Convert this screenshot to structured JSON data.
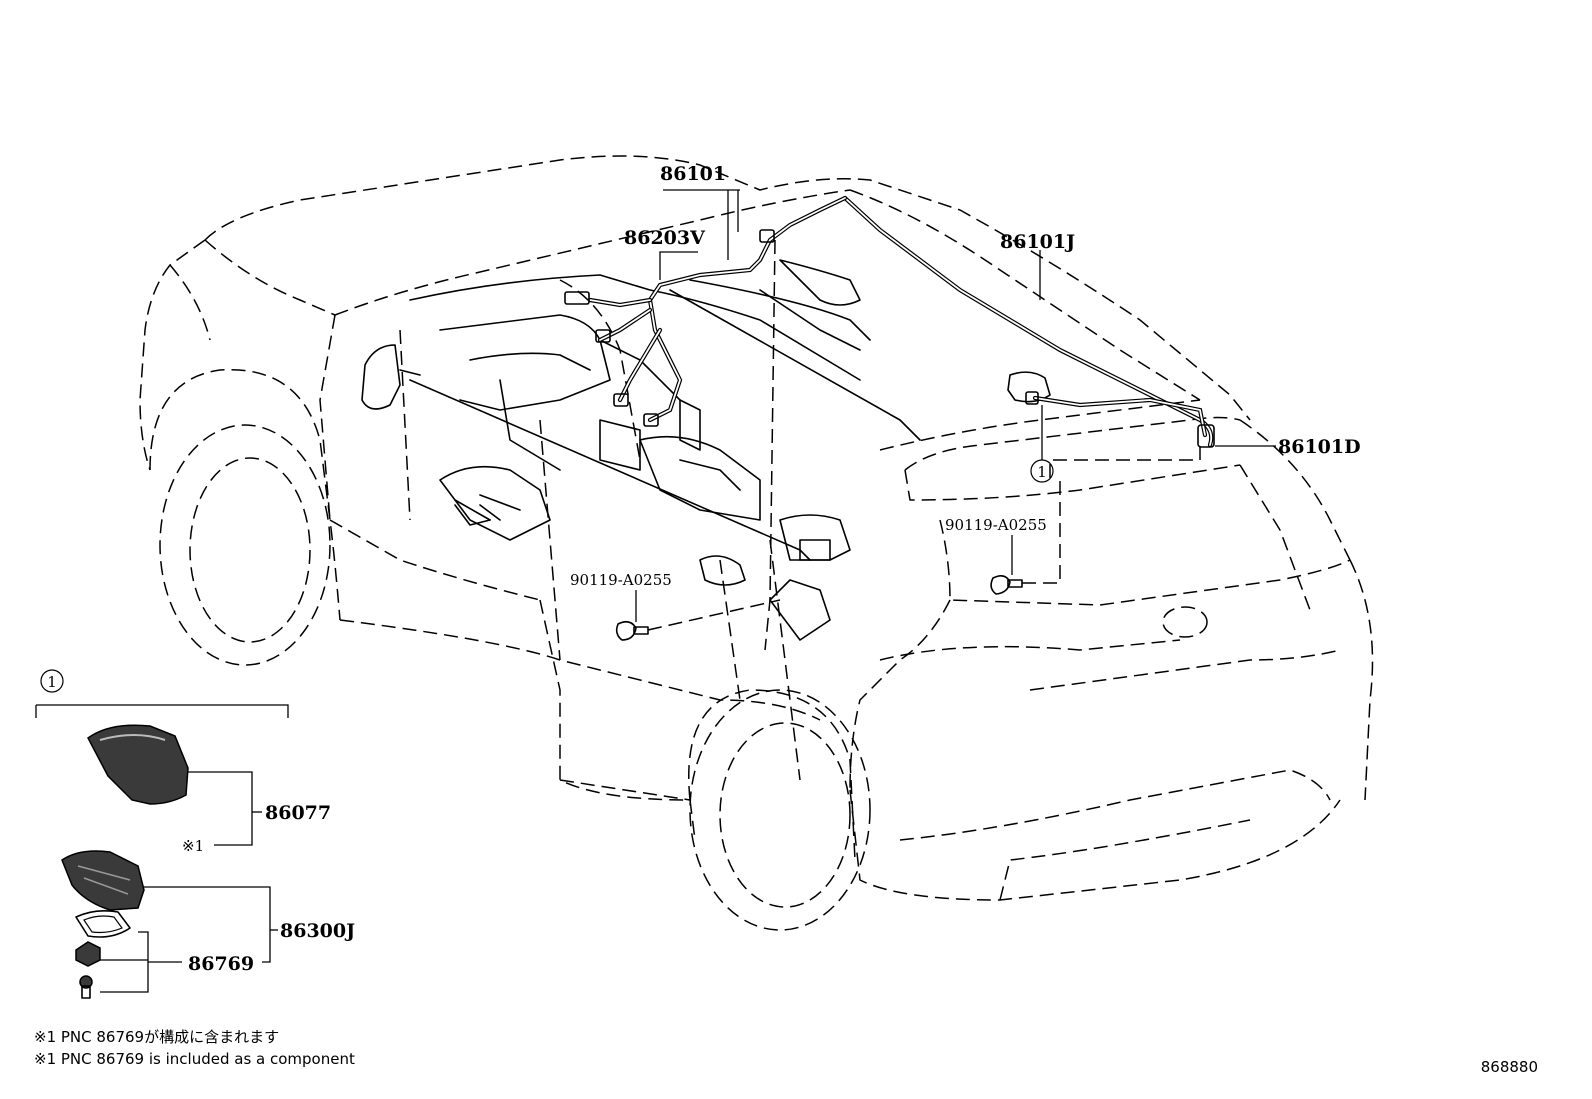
{
  "diagram": {
    "parts": {
      "p86101": "86101",
      "p86203V": "86203V",
      "p86101J": "86101J",
      "p86101D": "86101D",
      "p90119_right": "90119-A0255",
      "p90119_left": "90119-A0255",
      "p86077": "86077",
      "p86300J": "86300J",
      "p86769": "86769"
    },
    "callouts": {
      "circle_1_roof": "1",
      "circle_1_kit": "1",
      "ref_mark": "※1"
    },
    "notes": {
      "jp": "※1 PNC 86769が構成に含まれます",
      "en": "※1 PNC 86769 is included as a component"
    },
    "figure_id": "868880"
  }
}
